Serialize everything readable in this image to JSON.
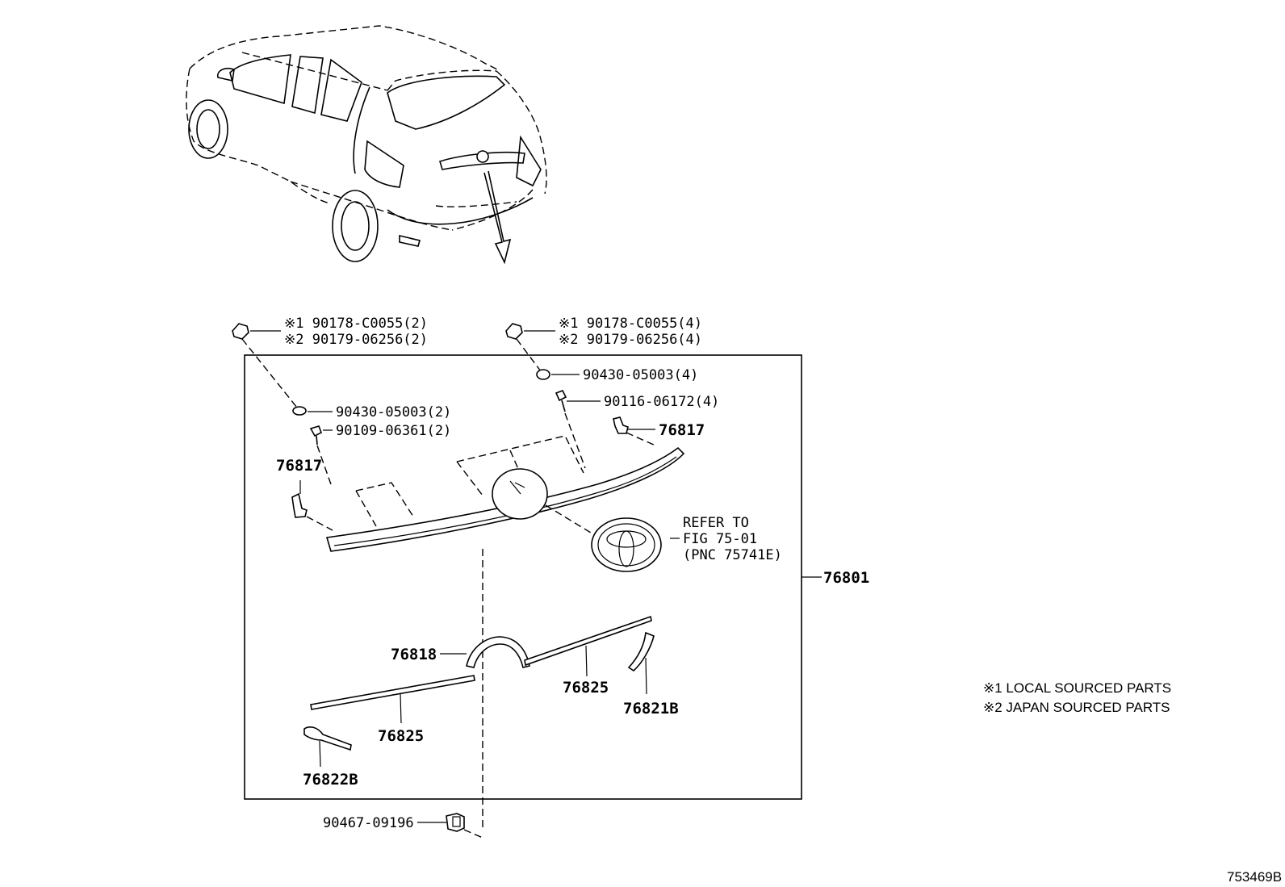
{
  "callouts": {
    "nut_left_1": "※1 90178-C0055(2)",
    "nut_left_2": "※2 90179-06256(2)",
    "nut_right_1": "※1 90178-C0055(4)",
    "nut_right_2": "※2 90179-06256(4)",
    "washer_right": "90430-05003(4)",
    "bolt_right": "90116-06172(4)",
    "washer_left": "90430-05003(2)",
    "bolt_left": "90109-06361(2)",
    "clip_right": "76817",
    "clip_left": "76817",
    "refer_1": "REFER TO",
    "refer_2": "FIG 75-01",
    "refer_3": "(PNC 75741E)",
    "assembly": "76801",
    "mould_center": "76818",
    "mould_right": "76825",
    "mould_left": "76825",
    "end_right": "76821B",
    "end_left": "76822B",
    "grommet": "90467-09196"
  },
  "notes": {
    "note_1": "※1 LOCAL SOURCED PARTS",
    "note_2": "※2 JAPAN SOURCED PARTS"
  },
  "figure_id": "753469B"
}
